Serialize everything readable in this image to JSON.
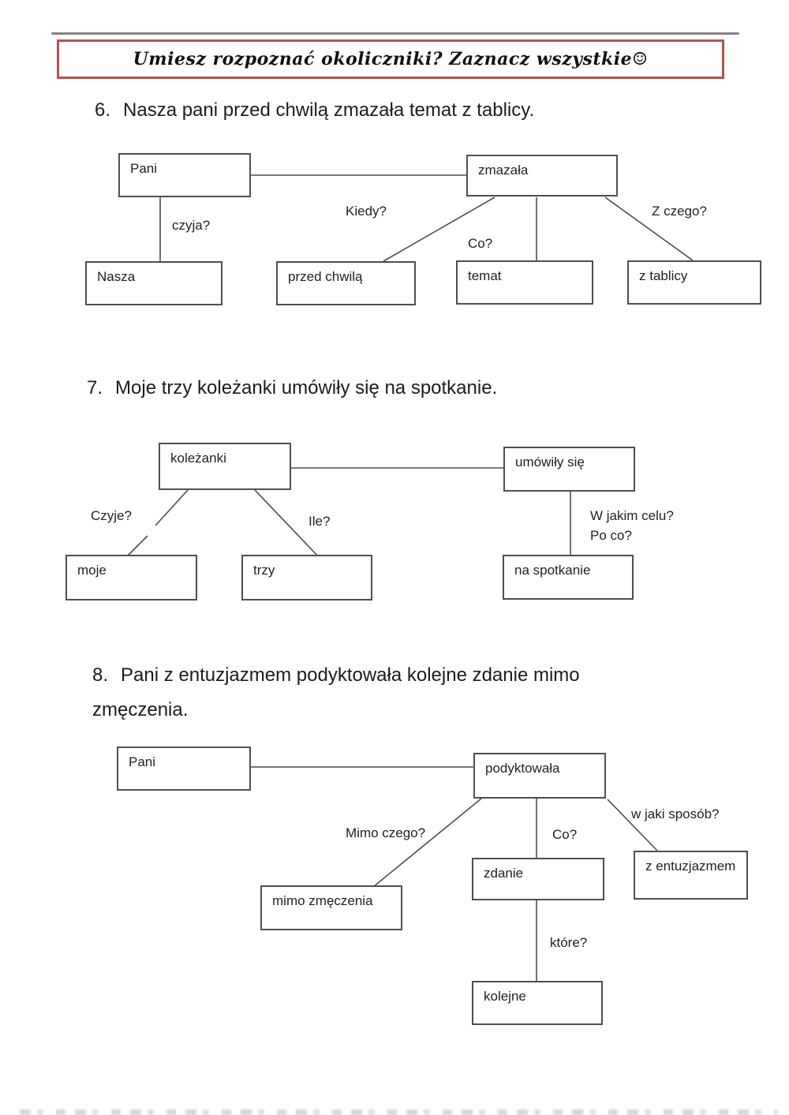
{
  "banner": {
    "title": "Umiesz rozpoznać okoliczniki? Zaznacz wszystkie☺",
    "border_color": "#b5524e"
  },
  "exercises": [
    {
      "number": "6.",
      "sentence": "Nasza pani przed chwilą zmazała temat z tablicy.",
      "nodes": {
        "pani": "Pani",
        "zmazala": "zmazała",
        "nasza": "Nasza",
        "przed_chwila": "przed chwilą",
        "temat": "temat",
        "z_tablicy": "z tablicy"
      },
      "questions": {
        "czyja": "czyja?",
        "kiedy": "Kiedy?",
        "co": "Co?",
        "z_czego": "Z czego?"
      }
    },
    {
      "number": "7.",
      "sentence": "Moje trzy koleżanki umówiły się na spotkanie.",
      "nodes": {
        "kolezanki": "koleżanki",
        "umowily_sie": "umówiły się",
        "moje": "moje",
        "trzy": "trzy",
        "na_spotkanie": "na spotkanie"
      },
      "questions": {
        "czyje": "Czyje?",
        "ile": "Ile?",
        "w_jakim_celu": "W jakim celu?",
        "po_co": "Po co?"
      }
    },
    {
      "number": "8.",
      "sentence_line1": "Pani z entuzjazmem podyktowała kolejne zdanie mimo",
      "sentence_line2": "zmęczenia.",
      "nodes": {
        "pani": "Pani",
        "podyktowala": "podyktowała",
        "mimo_zmeczenia": "mimo zmęczenia",
        "zdanie": "zdanie",
        "z_entuzjazmem": "z entuzjazmem",
        "kolejne": "kolejne"
      },
      "questions": {
        "mimo_czego": "Mimo czego?",
        "co": "Co?",
        "w_jaki_sposob": "w jaki sposób?",
        "ktore": "które?"
      }
    }
  ]
}
